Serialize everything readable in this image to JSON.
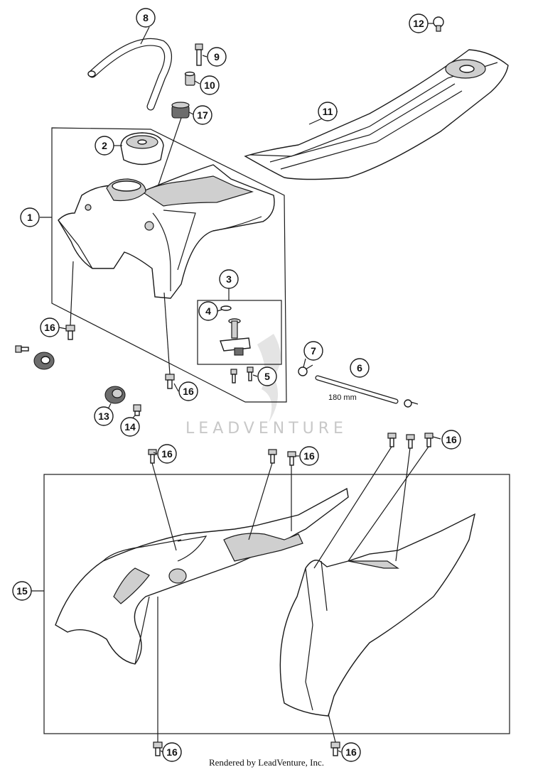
{
  "callouts": [
    "1",
    "2",
    "3",
    "4",
    "5",
    "6",
    "7",
    "8",
    "9",
    "10",
    "11",
    "12",
    "13",
    "14",
    "15",
    "16",
    "17"
  ],
  "dimension_label": "180 mm",
  "watermark": "LEADVENTURE",
  "footer": "Rendered by LeadVenture, Inc."
}
